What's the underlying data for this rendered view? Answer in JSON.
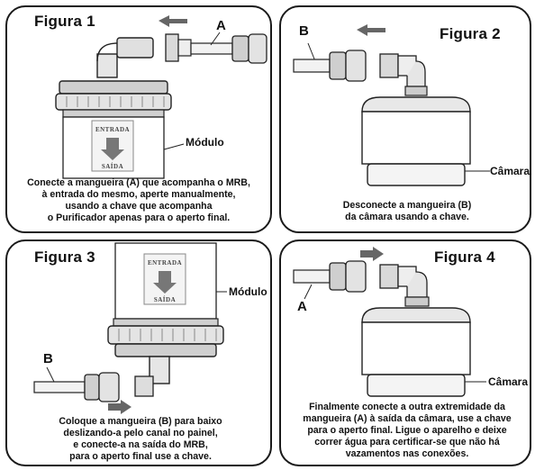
{
  "figures": [
    {
      "title": "Figura 1",
      "letter": "A",
      "module_label": "Módulo",
      "sticker_top": "ENTRADA",
      "sticker_bottom": "SAÍDA",
      "caption": "Conecte a mangueira (A) que acompanha o MRB,\nà entrada do mesmo, aperte manualmente,\nusando a chave que acompanha\no Purificador apenas para o aperto final."
    },
    {
      "title": "Figura 2",
      "letter": "B",
      "chamber_label": "Câmara",
      "caption": "Desconecte a mangueira (B)\nda câmara usando a chave."
    },
    {
      "title": "Figura 3",
      "letter": "B",
      "module_label": "Módulo",
      "sticker_top": "ENTRADA",
      "sticker_bottom": "SAÍDA",
      "caption": "Coloque a mangueira (B) para baixo\ndeslizando-a pelo canal no painel,\ne conecte-a na saída do MRB,\npara o aperto final use a chave."
    },
    {
      "title": "Figura 4",
      "letter": "A",
      "chamber_label": "Câmara",
      "caption": "Finalmente conecte a outra extremidade da\nmangueira (A) à saída da câmara, use a chave\npara o aperto final. Ligue o aparelho e deixe\ncorrer água para certificar-se que não há\nvazamentos nas conexões."
    }
  ]
}
